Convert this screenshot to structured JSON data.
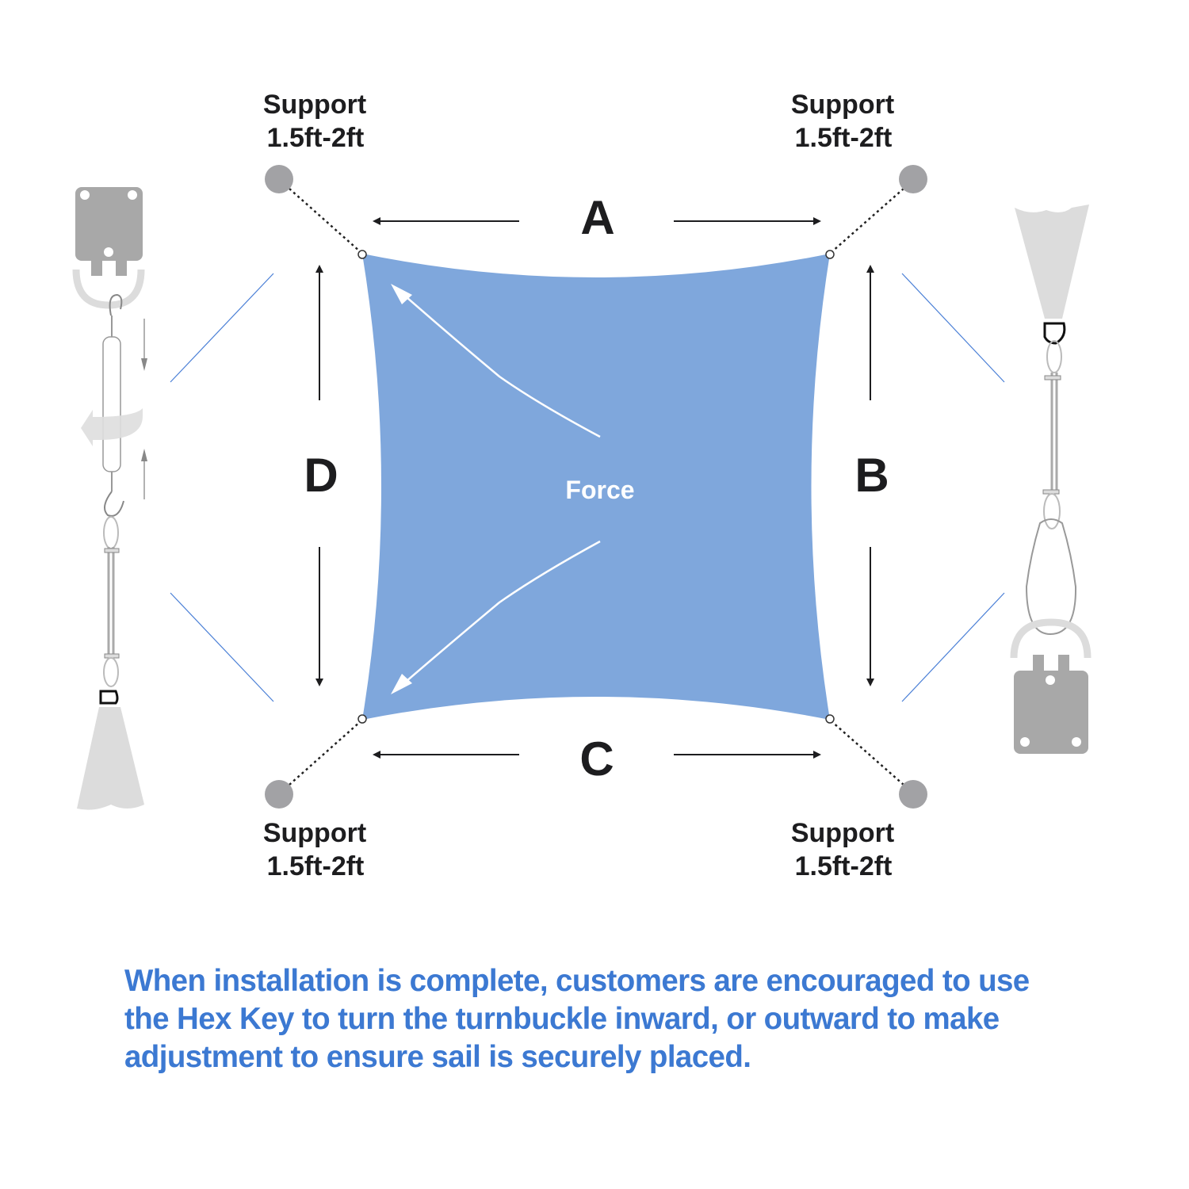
{
  "supports": [
    {
      "title": "Support",
      "range": "1.5ft-2ft"
    },
    {
      "title": "Support",
      "range": "1.5ft-2ft"
    },
    {
      "title": "Support",
      "range": "1.5ft-2ft"
    },
    {
      "title": "Support",
      "range": "1.5ft-2ft"
    }
  ],
  "sides": {
    "top": "A",
    "right": "B",
    "bottom": "C",
    "left": "D"
  },
  "center_label": "Force",
  "colors": {
    "sail": "#7fa7dc",
    "support": "#a2a2a5",
    "note": "#3c79d2",
    "hardware": "#a8a8a8"
  },
  "note_lines": [
    "When installation is complete, customers are encouraged to use",
    "the Hex Key to turn the turnbuckle inward, or outward to make",
    "adjustment to ensure sail is securely placed."
  ]
}
